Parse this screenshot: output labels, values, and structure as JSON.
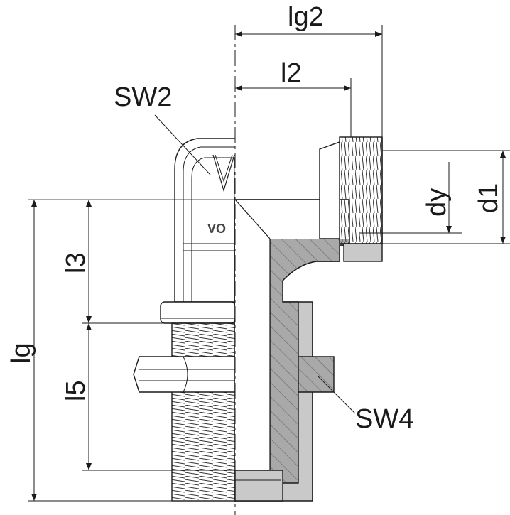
{
  "labels": {
    "lg2": "lg2",
    "l2": "l2",
    "sw2": "SW2",
    "dy": "dy",
    "d1": "d1",
    "lg": "lg",
    "l3": "l3",
    "l5": "l5",
    "sw4": "SW4",
    "body_mark": "VO"
  }
}
